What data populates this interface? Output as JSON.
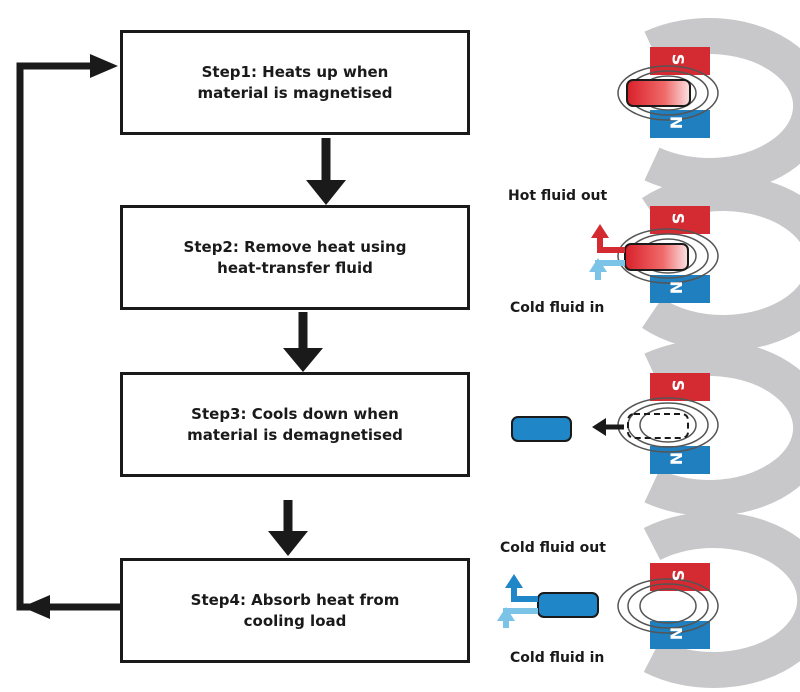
{
  "steps": [
    {
      "line1": "Step1: Heats up when",
      "line2": "material is magnetised"
    },
    {
      "line1": "Step2: Remove heat using",
      "line2": "heat-transfer fluid"
    },
    {
      "line1": "Step3: Cools down when",
      "line2": "material is demagnetised"
    },
    {
      "line1": "Step4: Absorb heat from",
      "line2": "cooling load"
    }
  ],
  "magnet": {
    "south_label": "S",
    "north_label": "N"
  },
  "fluids": {
    "hot_out": "Hot fluid out",
    "cold_in_2": "Cold fluid in",
    "cold_out": "Cold fluid out",
    "cold_in_4": "Cold fluid in"
  },
  "colors": {
    "south": "#d42a32",
    "north": "#1f7fbf",
    "hot": "#e8323a",
    "cold": "#1f86c8",
    "fluid_arrow_cold": "#7cc3e8",
    "fluid_arrow_hot": "#d42a32",
    "magnet_body": "#c8c8ca"
  }
}
